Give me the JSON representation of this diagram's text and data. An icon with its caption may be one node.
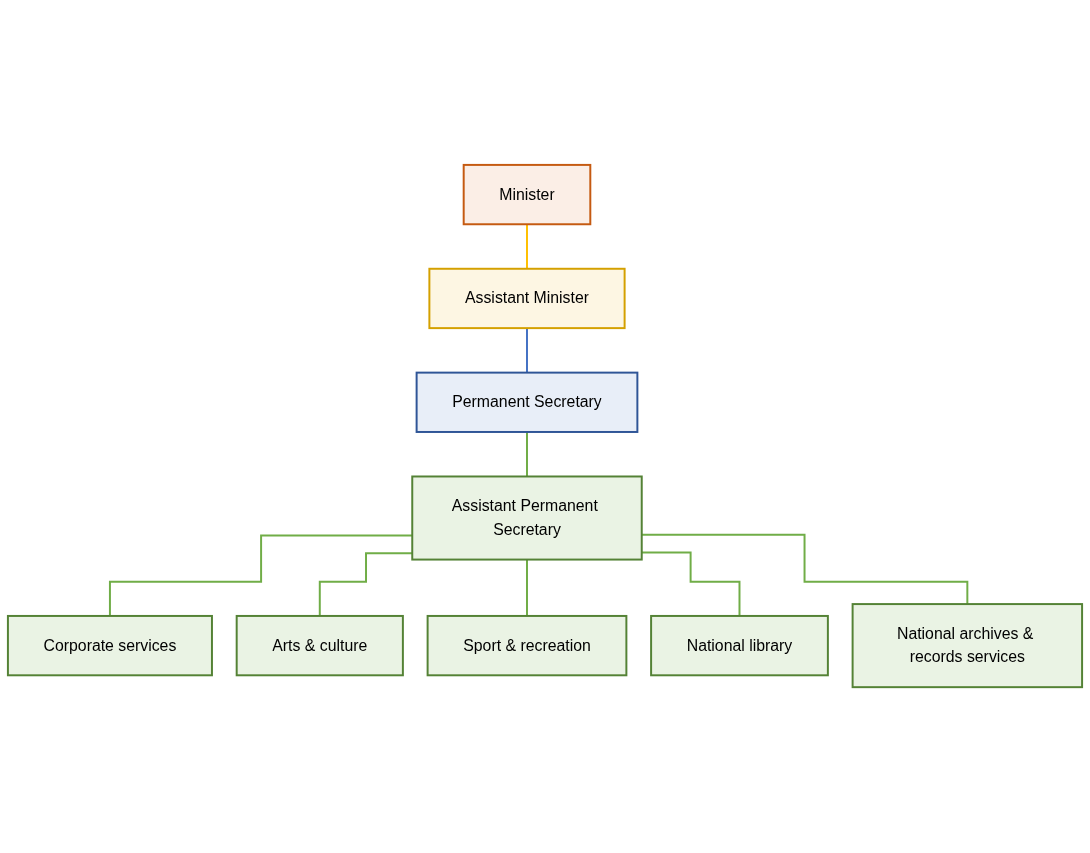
{
  "diagram": {
    "nodes": [
      {
        "text": [
          "Minister"
        ]
      },
      {
        "text": [
          "Assistant Minister"
        ]
      },
      {
        "text": [
          "Permanent Secretary"
        ]
      },
      {
        "text": [
          "Assistant Permanent Secretary"
        ]
      },
      {
        "text": [
          "Corporate services"
        ]
      },
      {
        "text": [
          "Arts & culture"
        ]
      },
      {
        "text": [
          "Sport & recreation"
        ]
      },
      {
        "text": [
          "National library"
        ]
      },
      {
        "text": [
          "National archives & records services"
        ]
      }
    ],
    "edges": [
      {
        "from": 0,
        "to": 1,
        "arrow": "none",
        "color": "#ffc000"
      },
      {
        "from": 1,
        "to": 2,
        "arrow": "none",
        "color": "#4472c4"
      },
      {
        "from": 2,
        "to": 3,
        "arrow": "none"
      },
      {
        "from": 3,
        "to": 4,
        "arrow": "none"
      },
      {
        "from": 3,
        "to": 5,
        "arrow": "none"
      },
      {
        "from": 3,
        "to": 6,
        "arrow": "none"
      },
      {
        "from": 3,
        "to": 7,
        "arrow": "none"
      },
      {
        "from": 3,
        "to": 8,
        "arrow": "none"
      }
    ]
  }
}
